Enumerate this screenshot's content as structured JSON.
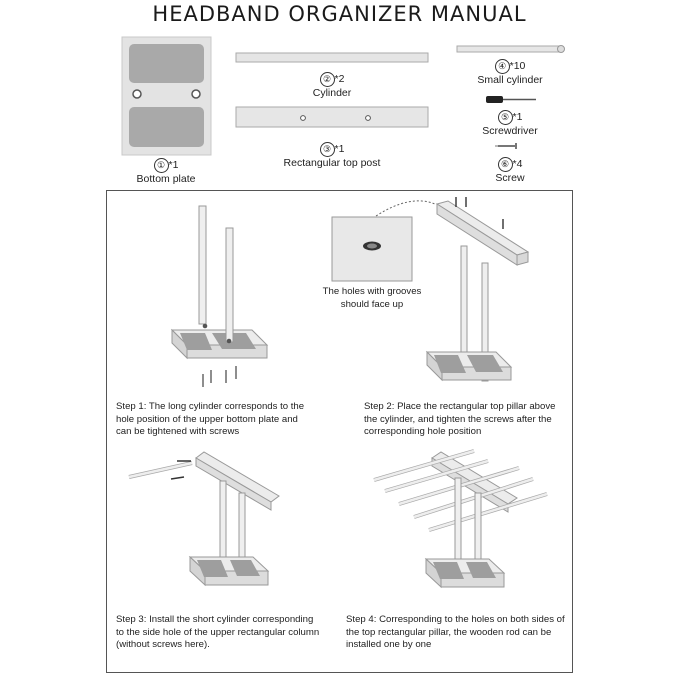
{
  "title": "HEADBAND ORGANIZER MANUAL",
  "parts": [
    {
      "number": "①",
      "quantity": "*1",
      "name": "Bottom plate"
    },
    {
      "number": "②",
      "quantity": "*2",
      "name": "Cylinder"
    },
    {
      "number": "③",
      "quantity": "*1",
      "name": "Rectangular top post"
    },
    {
      "number": "④",
      "quantity": "*10",
      "name": "Small cylinder"
    },
    {
      "number": "⑤",
      "quantity": "*1",
      "name": "Screwdriver"
    },
    {
      "number": "⑥",
      "quantity": "*4",
      "name": "Screw"
    }
  ],
  "callout": {
    "line1": "The holes with grooves",
    "line2": "should face up"
  },
  "steps": [
    {
      "lines": [
        "Step 1: The long cylinder corresponds to the",
        "hole position of the upper bottom plate and",
        "can be tightened with screws"
      ]
    },
    {
      "lines": [
        "Step 2: Place the rectangular top pillar above",
        "the cylinder, and tighten the screws after the",
        "corresponding hole position"
      ]
    },
    {
      "lines": [
        "Step 3:  Install the short cylinder corresponding",
        "to the side hole of the upper rectangular column",
        "(without screws here)."
      ]
    },
    {
      "lines": [
        "Step 4: Corresponding to the holes on both sides of",
        "the top rectangular pillar, the wooden rod can be",
        "installed one by one"
      ]
    }
  ],
  "colors": {
    "panel_fill": "#e9e9e9",
    "pad_fill": "#9a9a9a",
    "outline": "#8a8a8a"
  }
}
